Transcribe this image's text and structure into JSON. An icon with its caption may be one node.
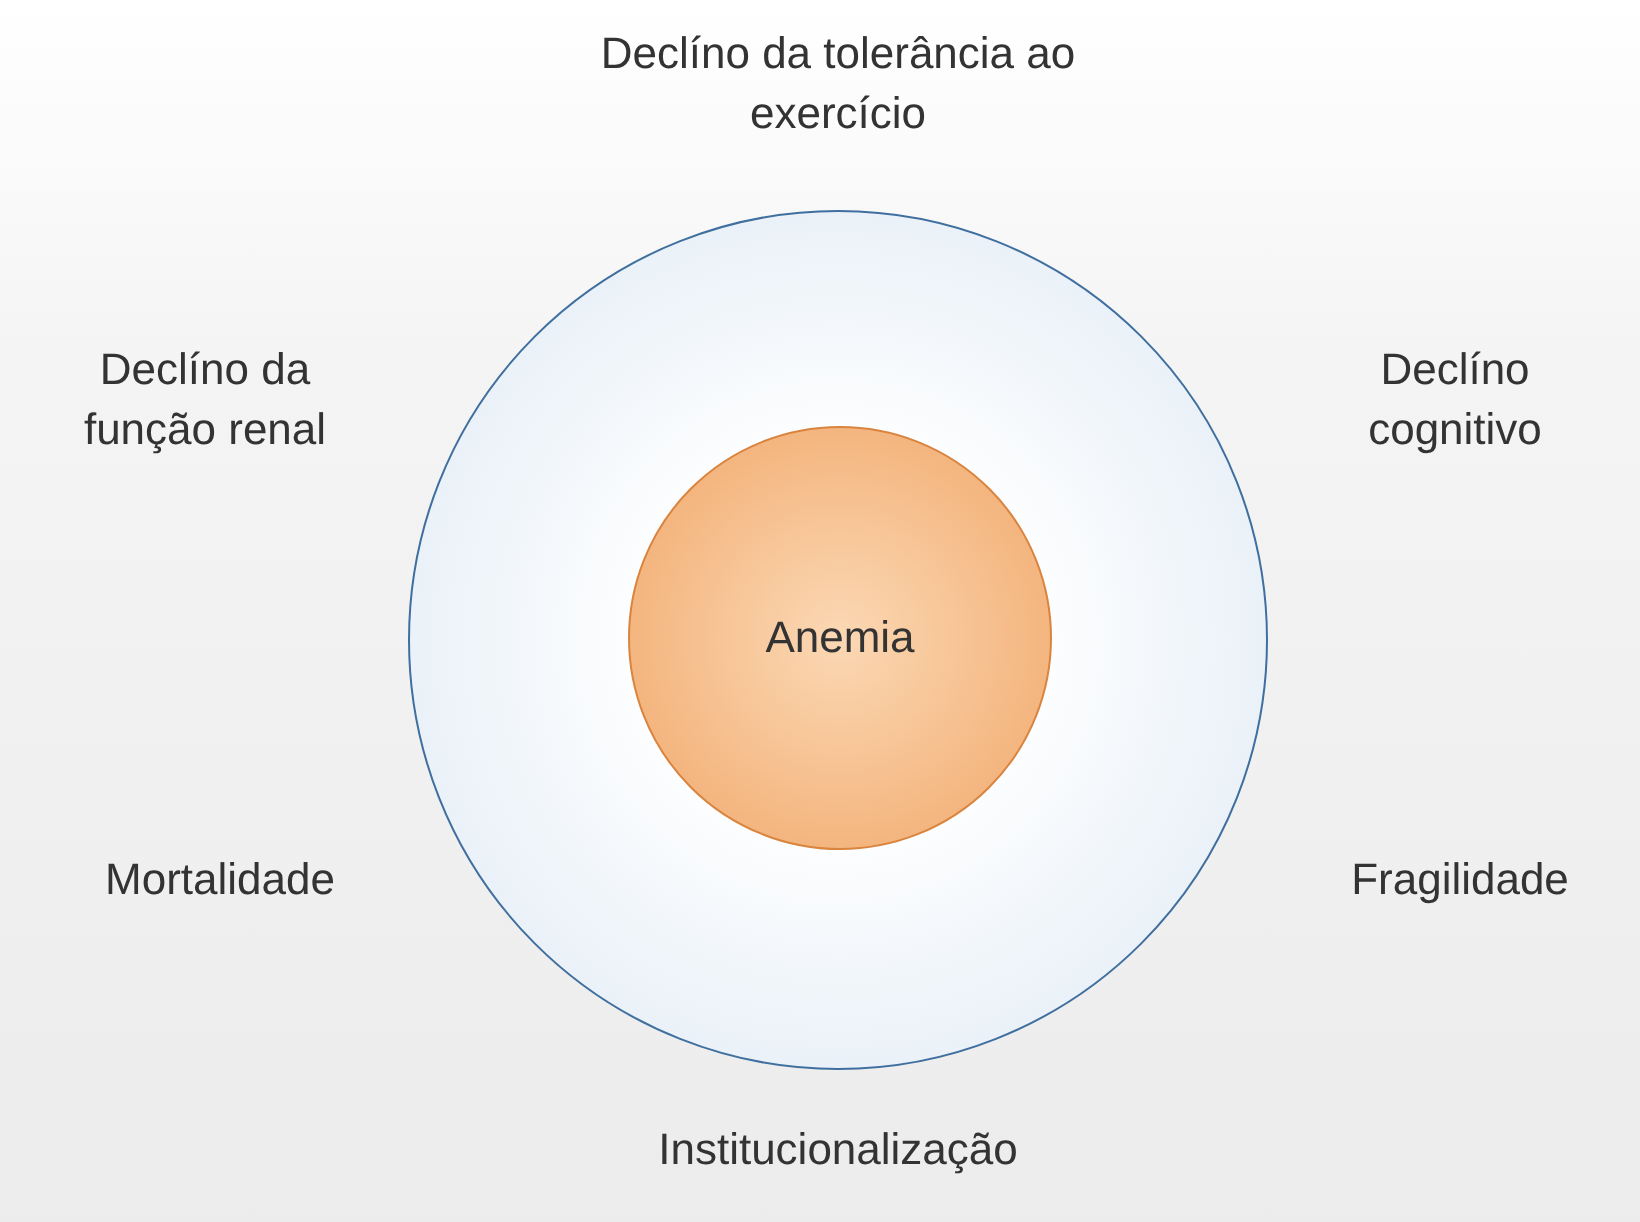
{
  "diagram": {
    "nodes": [
      {
        "text": [],
        "shape": "circle"
      },
      {
        "text": [
          "Anemia"
        ],
        "in": 0
      }
    ],
    "labels": [
      "Declíno da tolerância ao exercício",
      "Declíno da função renal",
      "Declíno cognitivo",
      "Mortalidade",
      "Fragilidade",
      "Institucionalização"
    ]
  }
}
